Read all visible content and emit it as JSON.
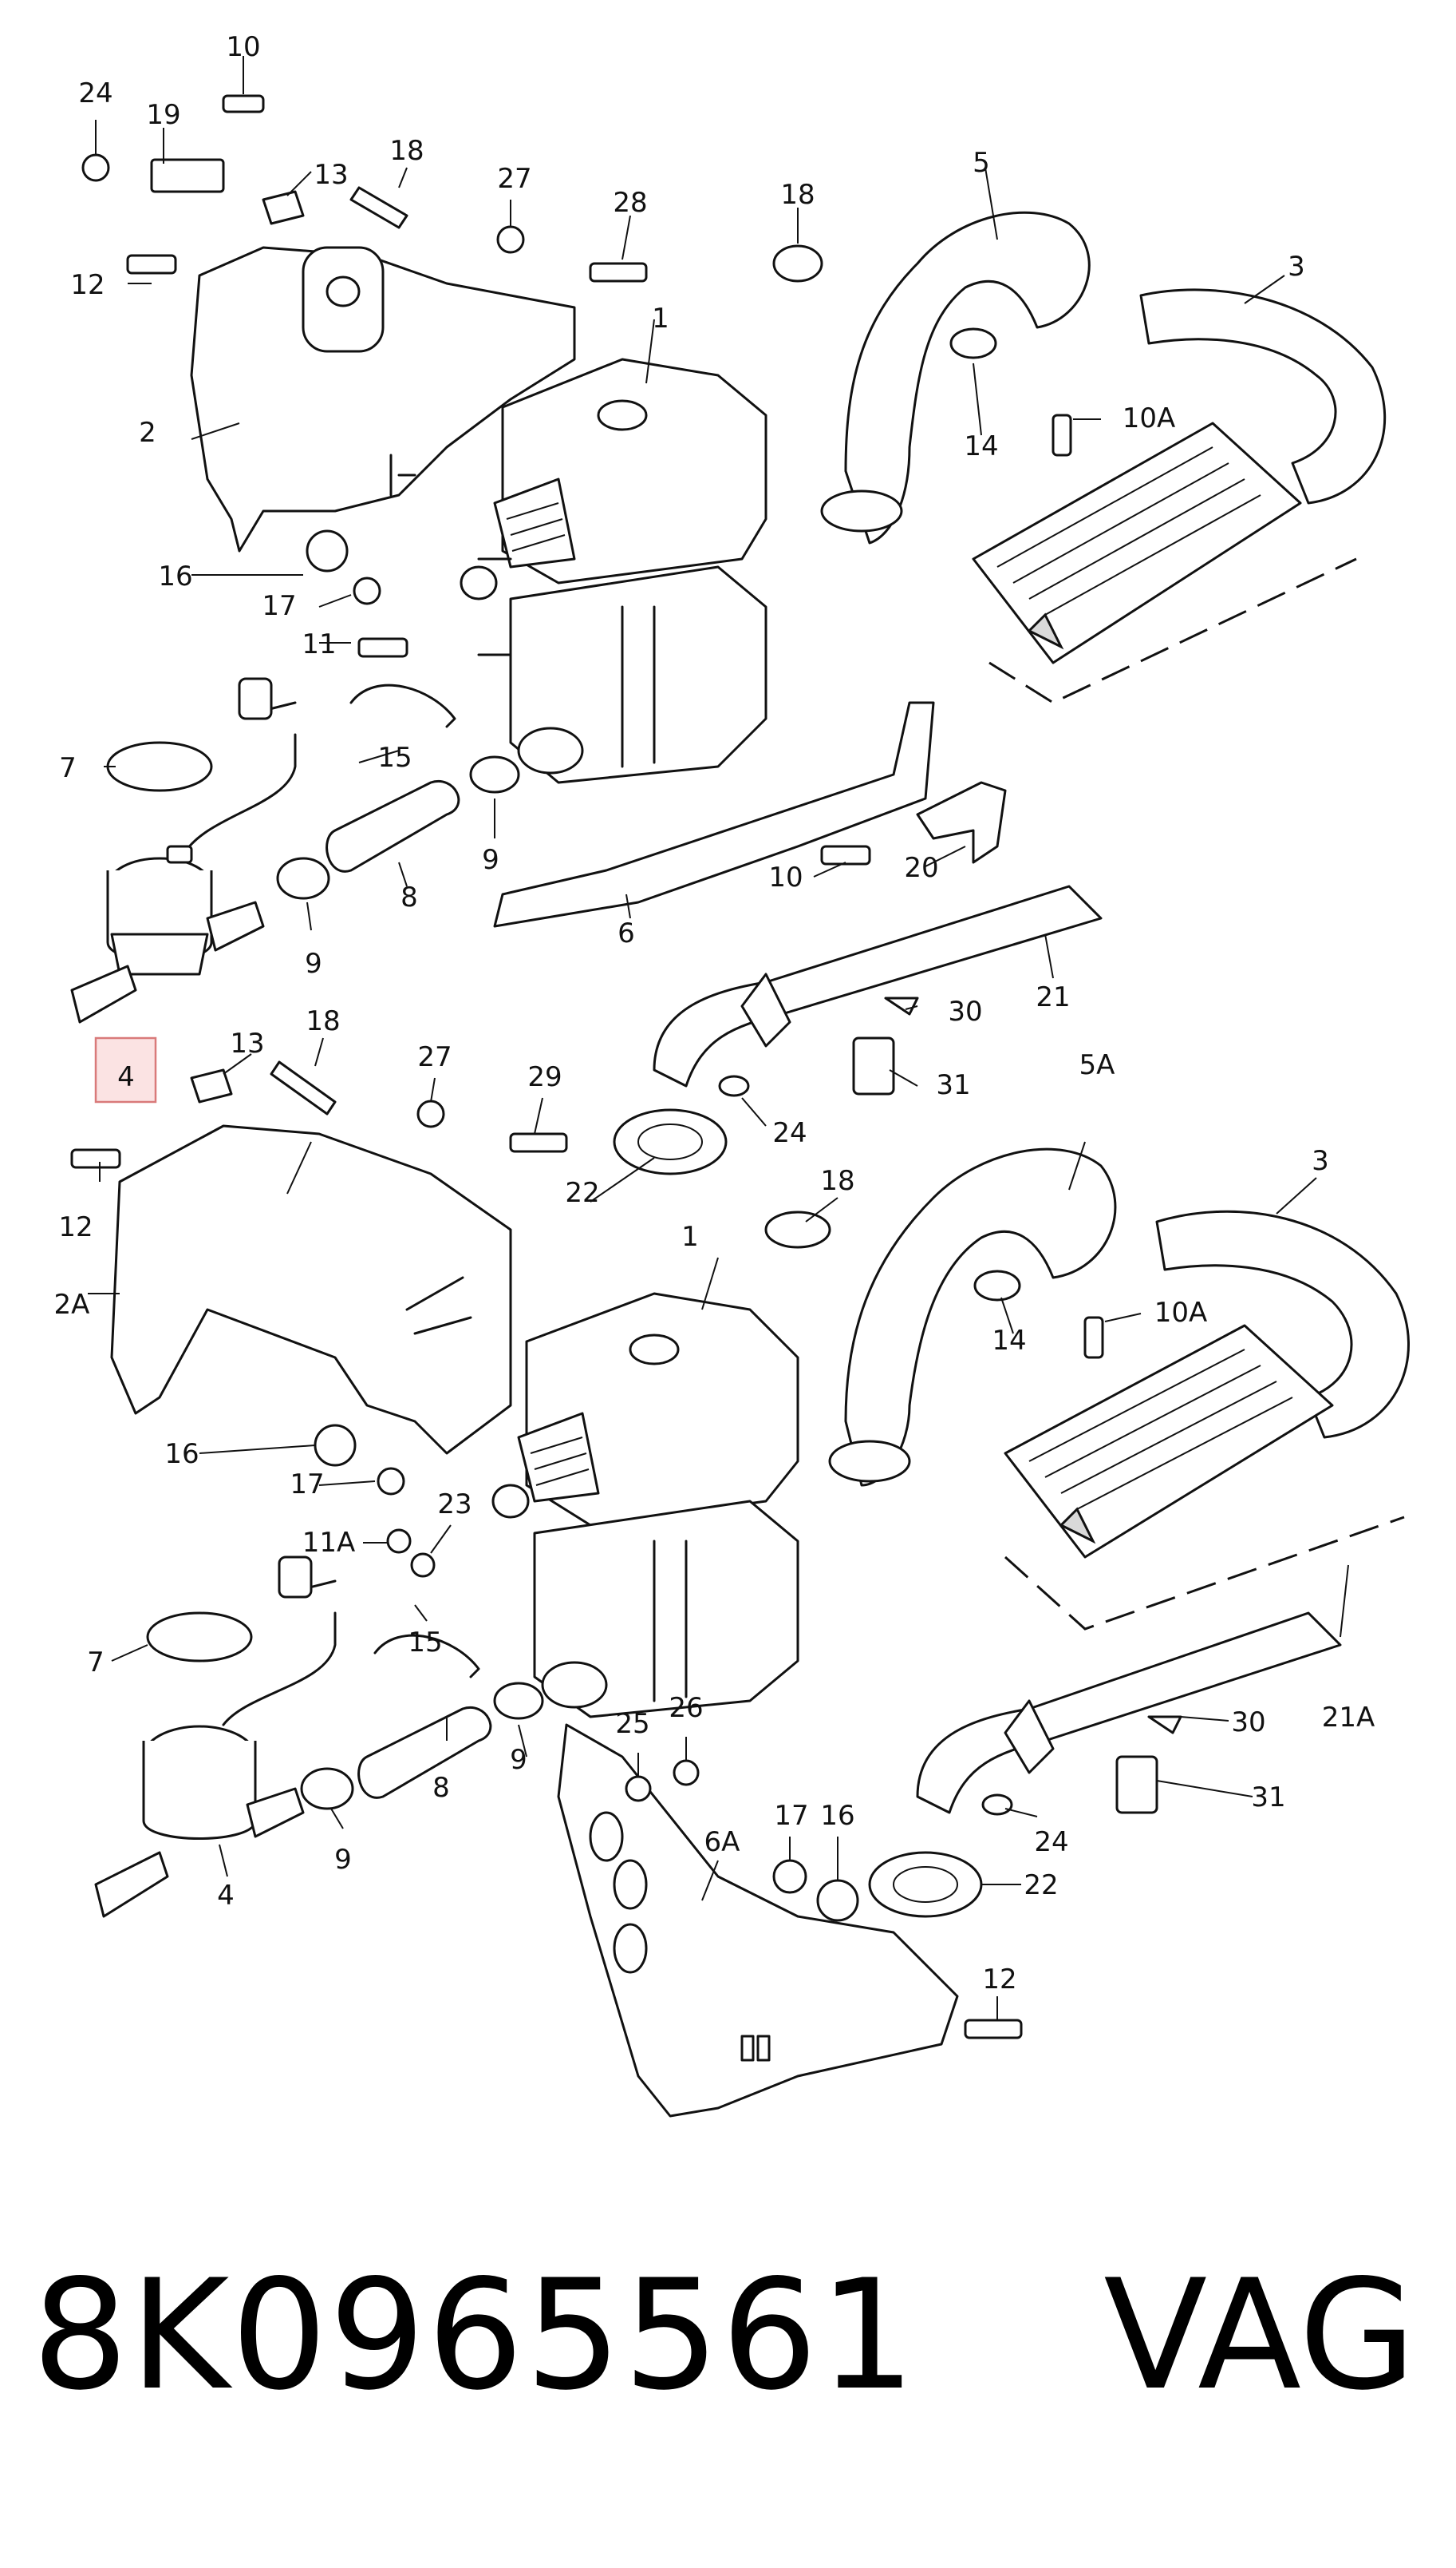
{
  "callouts": {
    "c10_top": "10",
    "c24_top": "24",
    "c19": "19",
    "c13_top": "13",
    "c18_top": "18",
    "c27_top": "27",
    "c28": "28",
    "c18_mid": "18",
    "c5": "5",
    "c3_top": "3",
    "c12_top": "12",
    "c1_top": "1",
    "c2": "2",
    "c14_top": "14",
    "c10A_top": "10A",
    "c16_top": "16",
    "c17_top": "17",
    "c11": "11",
    "c7_top": "7",
    "c15_top": "15",
    "c9_top_a": "9",
    "c9_top_b": "9",
    "c8_top": "8",
    "c6": "6",
    "c10_mid": "10",
    "c20": "20",
    "c21": "21",
    "c4_highlight": "4",
    "c13_mid": "13",
    "c18_lower": "18",
    "c27_mid": "27",
    "c29": "29",
    "c30_top": "30",
    "c31_top": "31",
    "c24_mid": "24",
    "c5A": "5A",
    "c3_bottom": "3",
    "c22_top": "22",
    "c18_bottom": "18",
    "c12_mid": "12",
    "c1_bottom": "1",
    "c2A": "2A",
    "c14_bottom": "14",
    "c10A_bottom": "10A",
    "c16_mid": "16",
    "c17_mid": "17",
    "c23": "23",
    "c11A": "11A",
    "c7_bottom": "7",
    "c15_bottom": "15",
    "c9_bottom_a": "9",
    "c9_bottom_b": "9",
    "c8_bottom": "8",
    "c4_bottom": "4",
    "c25": "25",
    "c26": "26",
    "c21A": "21A",
    "c30_bottom": "30",
    "c31_bottom": "31",
    "c24_bottom": "24",
    "c6A": "6A",
    "c17_bottom": "17",
    "c16_bottom": "16",
    "c22_bottom": "22",
    "c12_bottom": "12"
  },
  "footer": {
    "part_number": "8K0965561",
    "brand": "VAG"
  },
  "colors": {
    "line": "#111111",
    "highlight_fill": "#fbe3e3",
    "highlight_border": "#d97a7a"
  }
}
